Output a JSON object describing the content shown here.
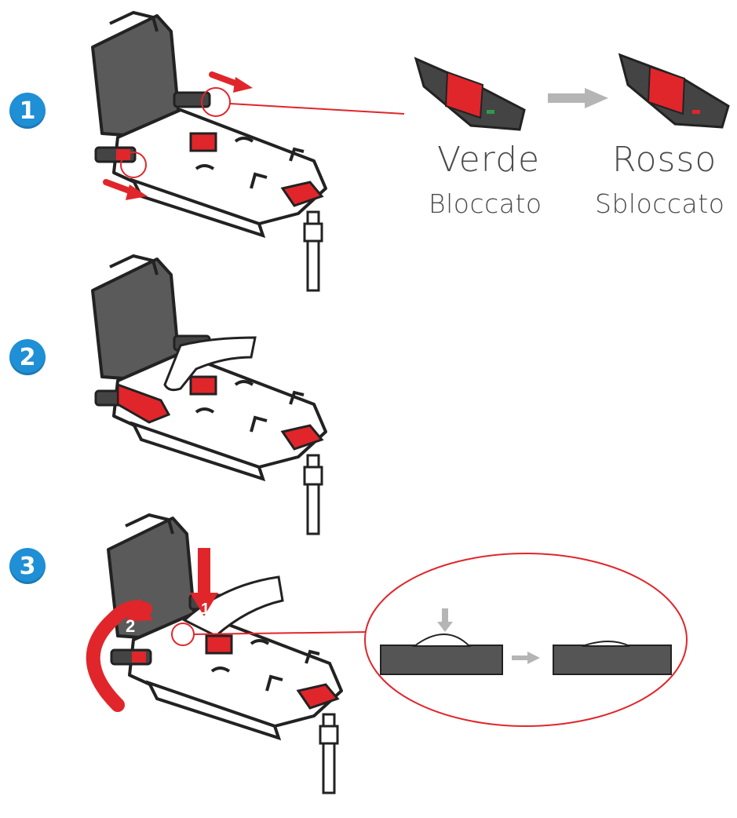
{
  "steps": [
    {
      "number": "1"
    },
    {
      "number": "2"
    },
    {
      "number": "3"
    }
  ],
  "states": {
    "locked": {
      "color_word": "Verde",
      "status_word": "Bloccato",
      "indicator_color": "#2e9a4a"
    },
    "unlocked": {
      "color_word": "Rosso",
      "status_word": "Sbloccato",
      "indicator_color": "#e0262b"
    }
  },
  "step3_arrow_labels": {
    "press": "1",
    "rotate": "2"
  },
  "colors": {
    "accent_red": "#e0262b",
    "badge_blue": "#1f8fd6",
    "dark_gray": "#555555",
    "outline": "#333333"
  }
}
